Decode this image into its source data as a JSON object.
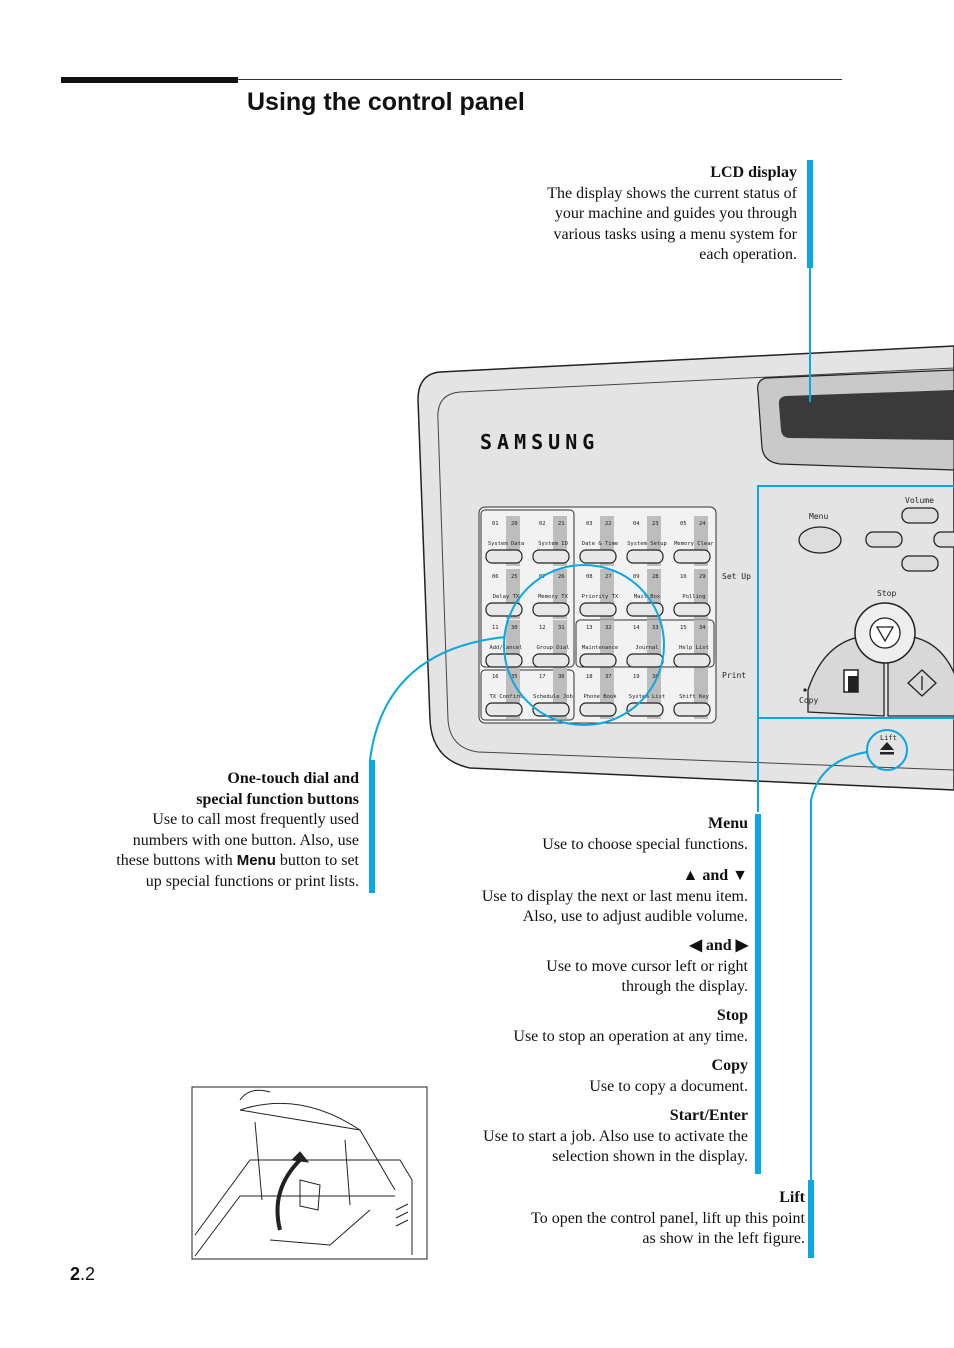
{
  "page": {
    "title": "Using the control panel",
    "page_number_bold": "2",
    "page_number_rest": ".2"
  },
  "lcd": {
    "heading": "LCD display",
    "text": [
      "The display shows the current status of",
      "your machine and guides you through",
      "various tasks using a menu system for",
      "each operation."
    ]
  },
  "onetouch": {
    "heading": [
      "One-touch dial and",
      "special function buttons"
    ],
    "text_lines": [
      "Use to call most frequently used",
      "numbers with one button. Also, use"
    ],
    "line3_pre": "these buttons with",
    "line3_menu": "Menu",
    "line3_post": "button to set",
    "line4": "up special functions or print lists."
  },
  "menu": {
    "heading": "Menu",
    "text": "Use to choose special functions."
  },
  "updown": {
    "up_arrow": "▲",
    "and": "and",
    "down_arrow": "▼",
    "text": [
      "Use to display the next or last menu item.",
      "Also, use to adjust audible volume."
    ]
  },
  "leftright": {
    "left_arrow": "◀",
    "and": "and",
    "right_arrow": "▶",
    "text": [
      "Use to move cursor left or right",
      "through the display."
    ]
  },
  "stop": {
    "heading": "Stop",
    "text": "Use to stop an operation at any time."
  },
  "copy": {
    "heading": "Copy",
    "text": "Use to copy a document."
  },
  "start": {
    "heading": "Start/Enter",
    "text": [
      "Use to start a job. Also use to activate the",
      "selection shown in the display."
    ]
  },
  "lift": {
    "heading": "Lift",
    "text": [
      "To open the control panel, lift up this point",
      "as show in the left figure."
    ]
  },
  "panel": {
    "brand": "SAMSUNG",
    "setup_label": "Set Up",
    "print_label": "Print",
    "menu_label": "Menu",
    "volume_label": "Volume",
    "stop_label": "Stop",
    "copy_label": "Copy",
    "lift_label": "Lift",
    "rows": [
      {
        "nums": [
          "01",
          "20",
          "02",
          "21",
          "03",
          "22",
          "04",
          "23",
          "05",
          "24"
        ],
        "labels": [
          "System Data",
          "System ID",
          "Date & Time",
          "System Setup",
          "Memory Clear"
        ]
      },
      {
        "nums": [
          "06",
          "25",
          "07",
          "26",
          "08",
          "27",
          "09",
          "28",
          "10",
          "29"
        ],
        "labels": [
          "Delay TX",
          "Memory TX",
          "Priority TX",
          "Mail Box",
          "Polling"
        ]
      },
      {
        "nums": [
          "11",
          "30",
          "12",
          "31",
          "13",
          "32",
          "14",
          "33",
          "15",
          "34"
        ],
        "labels": [
          "Add/Cancel",
          "Group Dial",
          "Maintenance",
          "Journal",
          "Help List"
        ]
      },
      {
        "nums": [
          "16",
          "35",
          "17",
          "36",
          "18",
          "37",
          "19",
          "38",
          "",
          ""
        ],
        "labels": [
          "TX Confirm",
          "Schedule Job",
          "Phone Book",
          "System List",
          "Shift Key"
        ]
      }
    ]
  }
}
